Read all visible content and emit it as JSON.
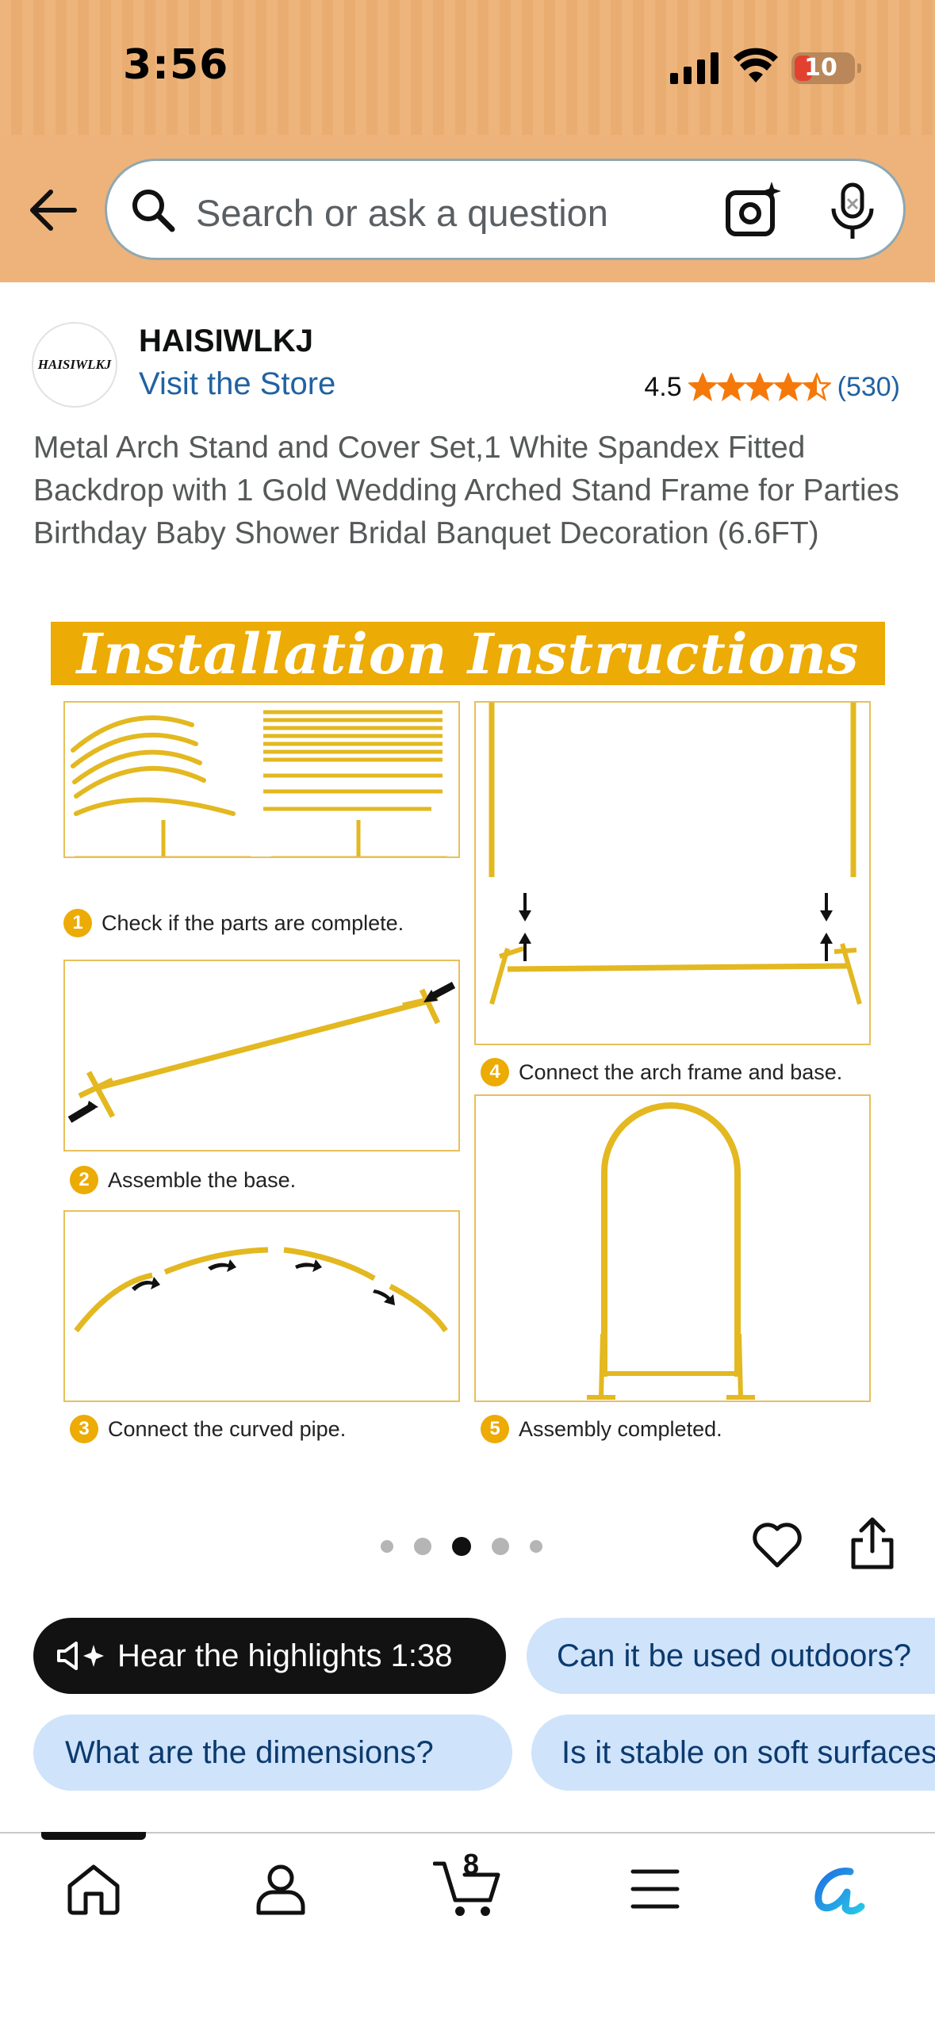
{
  "status_bar": {
    "time": "3:56",
    "battery": "10"
  },
  "search": {
    "placeholder": "Search or ask a question"
  },
  "brand": {
    "logo_text": "HAISIWLKJ",
    "name": "HAISIWLKJ",
    "visit_store": "Visit the Store"
  },
  "rating": {
    "score": "4.5",
    "stars": 4.5,
    "count": "(530)",
    "star_color": "#f5790a"
  },
  "product": {
    "title": "Metal Arch Stand and Cover Set,1 White Spandex Fitted Backdrop with 1 Gold Wedding Arched Stand Frame for Parties Birthday Baby Shower Bridal Banquet Decoration (6.6FT)"
  },
  "gallery": {
    "banner": "Installation Instructions",
    "steps": [
      {
        "num": "1",
        "label": "Check if the parts are complete."
      },
      {
        "num": "2",
        "label": "Assemble the base."
      },
      {
        "num": "3",
        "label": "Connect the curved pipe."
      },
      {
        "num": "4",
        "label": "Connect the arch frame and base."
      },
      {
        "num": "5",
        "label": "Assembly completed."
      }
    ],
    "page_count": 5,
    "active_page": 3,
    "accent_color": "#ecab05"
  },
  "chips": {
    "hear": "Hear the highlights 1:38",
    "q1": "Can it be used outdoors?",
    "q2": "What are the dimensions?",
    "q3": "Is it stable on soft surfaces?"
  },
  "nav": {
    "items": [
      "home-icon",
      "account-icon",
      "cart-icon",
      "menu-icon",
      "rufus-icon"
    ],
    "cart_count": "8"
  }
}
